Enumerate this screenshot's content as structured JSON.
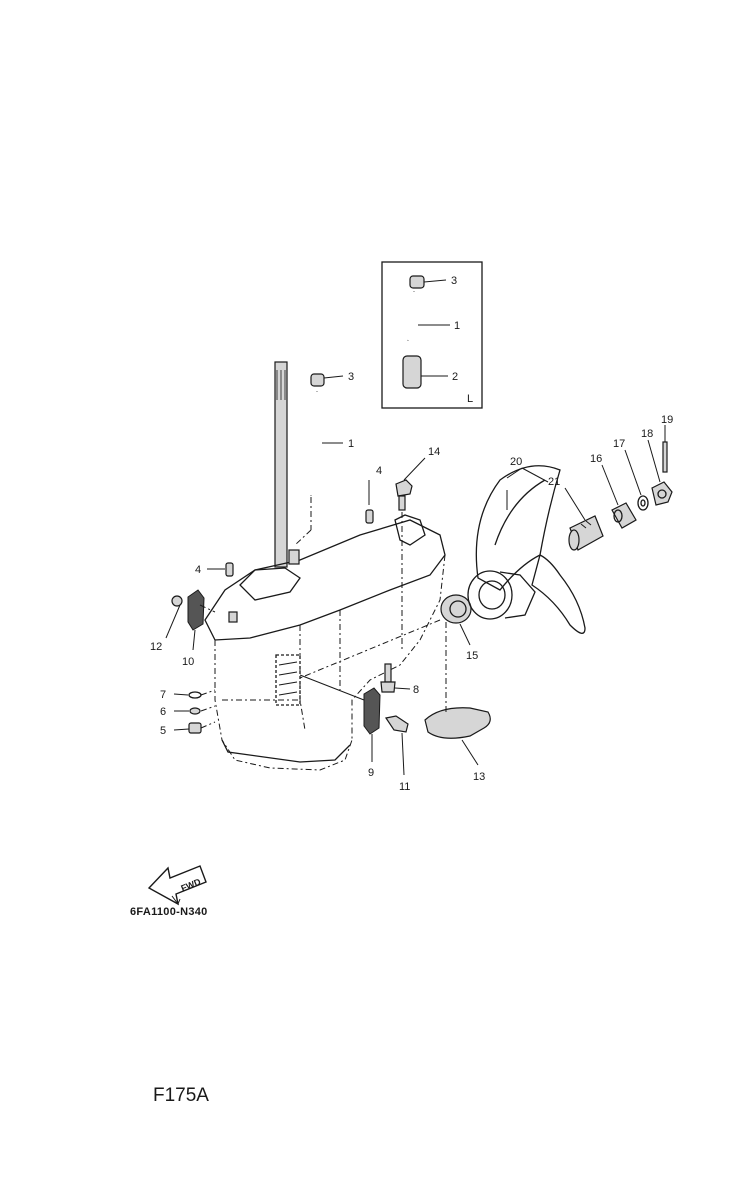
{
  "callouts": {
    "c1": "1",
    "c2": "2",
    "c3": "3",
    "c4": "4",
    "c5": "5",
    "c6": "6",
    "c7": "7",
    "c8": "8",
    "c9": "9",
    "c10": "10",
    "c11": "11",
    "c12": "12",
    "c13": "13",
    "c14": "14",
    "c15": "15",
    "c16": "16",
    "c17": "17",
    "c18": "18",
    "c19": "19",
    "c20": "20",
    "c21": "21"
  },
  "inset": {
    "label": "L"
  },
  "fwd_arrow": {
    "label": "FWD"
  },
  "diagram_code": "6FA1100-N340",
  "model": "F175A"
}
